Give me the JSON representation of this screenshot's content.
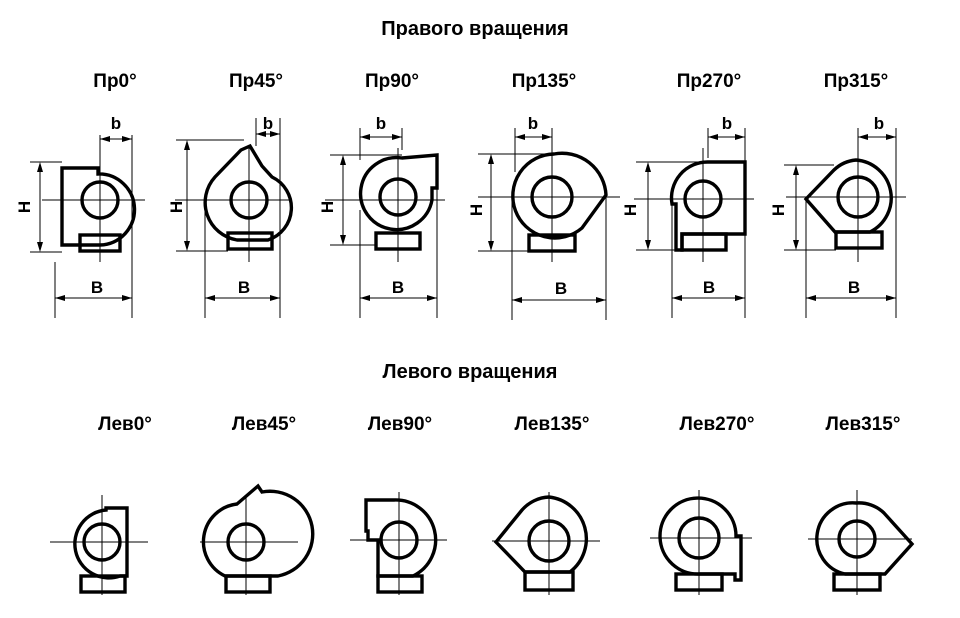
{
  "right_section": {
    "title": "Правого вращения",
    "labels": [
      "Пр0°",
      "Пр45°",
      "Пр90°",
      "Пр135°",
      "Пр270°",
      "Пр315°"
    ]
  },
  "left_section": {
    "title": "Левого вращения",
    "labels": [
      "Лев0°",
      "Лев45°",
      "Лев90°",
      "Лев135°",
      "Лев270°",
      "Лев315°"
    ]
  },
  "dimension_letters": {
    "height": "H",
    "width": "B",
    "offset": "b"
  }
}
